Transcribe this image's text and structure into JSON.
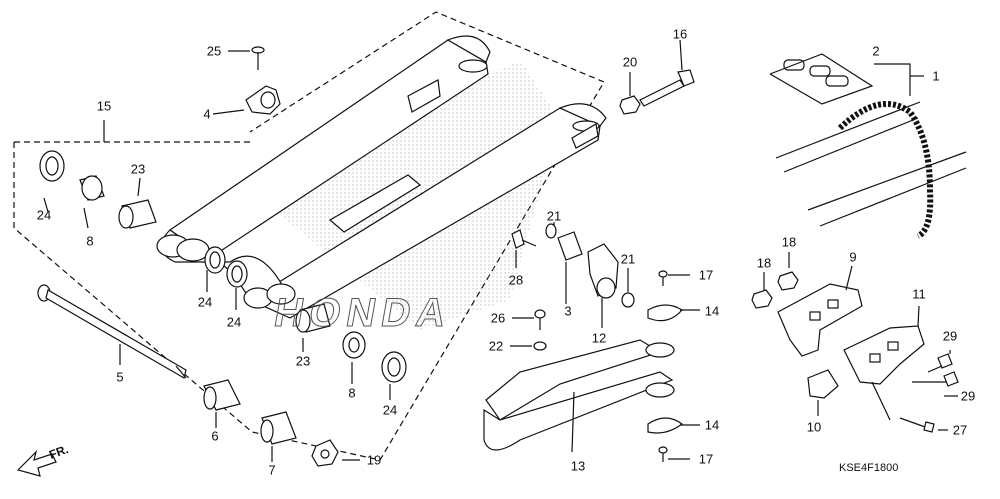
{
  "diagram": {
    "code": "KSE4F1800",
    "direction_label": "FR.",
    "logo_text": "HONDA"
  },
  "callouts": {
    "c1": "1",
    "c2": "2",
    "c3": "3",
    "c4": "4",
    "c5": "5",
    "c6": "6",
    "c7": "7",
    "c8a": "8",
    "c8b": "8",
    "c9": "9",
    "c10": "10",
    "c11": "11",
    "c12": "12",
    "c13": "13",
    "c14a": "14",
    "c14b": "14",
    "c15": "15",
    "c16": "16",
    "c17a": "17",
    "c17b": "17",
    "c18a": "18",
    "c18b": "18",
    "c19": "19",
    "c20": "20",
    "c21a": "21",
    "c21b": "21",
    "c22": "22",
    "c23a": "23",
    "c23b": "23",
    "c24a": "24",
    "c24b": "24",
    "c24c": "24",
    "c24d": "24",
    "c25": "25",
    "c26": "26",
    "c27": "27",
    "c28": "28",
    "c29a": "29",
    "c29b": "29"
  }
}
